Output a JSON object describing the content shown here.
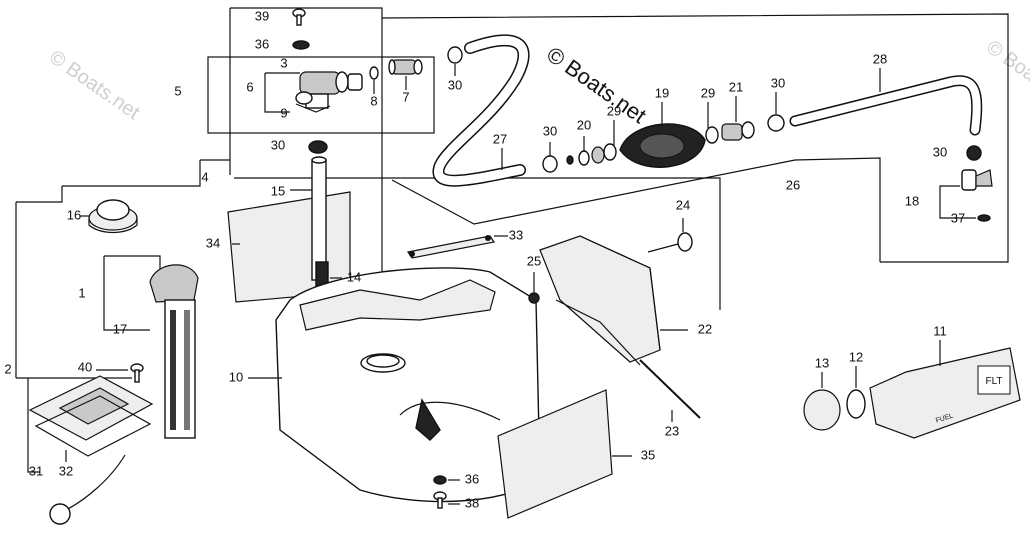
{
  "watermark": {
    "main": "© Boats.net",
    "faint_left": "© Boats.net",
    "faint_right": "© Boats"
  },
  "callouts": [
    {
      "id": "c1",
      "text": "1"
    },
    {
      "id": "c2",
      "text": "2"
    },
    {
      "id": "c3",
      "text": "3"
    },
    {
      "id": "c4",
      "text": "4"
    },
    {
      "id": "c5",
      "text": "5"
    },
    {
      "id": "c6",
      "text": "6"
    },
    {
      "id": "c7",
      "text": "7"
    },
    {
      "id": "c8",
      "text": "8"
    },
    {
      "id": "c9",
      "text": "9"
    },
    {
      "id": "c10",
      "text": "10"
    },
    {
      "id": "c11",
      "text": "11"
    },
    {
      "id": "c12",
      "text": "12"
    },
    {
      "id": "c13",
      "text": "13"
    },
    {
      "id": "c14",
      "text": "14"
    },
    {
      "id": "c15",
      "text": "15"
    },
    {
      "id": "c16",
      "text": "16"
    },
    {
      "id": "c17",
      "text": "17"
    },
    {
      "id": "c18",
      "text": "18"
    },
    {
      "id": "c19",
      "text": "19"
    },
    {
      "id": "c20",
      "text": "20"
    },
    {
      "id": "c21",
      "text": "21"
    },
    {
      "id": "c22",
      "text": "22"
    },
    {
      "id": "c23",
      "text": "23"
    },
    {
      "id": "c24",
      "text": "24"
    },
    {
      "id": "c25",
      "text": "25"
    },
    {
      "id": "c26",
      "text": "26"
    },
    {
      "id": "c27",
      "text": "27"
    },
    {
      "id": "c28",
      "text": "28"
    },
    {
      "id": "c29a",
      "text": "29"
    },
    {
      "id": "c29b",
      "text": "29"
    },
    {
      "id": "c30a",
      "text": "30"
    },
    {
      "id": "c30b",
      "text": "30"
    },
    {
      "id": "c30c",
      "text": "30"
    },
    {
      "id": "c30d",
      "text": "30"
    },
    {
      "id": "c30e",
      "text": "30"
    },
    {
      "id": "c31",
      "text": "31"
    },
    {
      "id": "c32",
      "text": "32"
    },
    {
      "id": "c33",
      "text": "33"
    },
    {
      "id": "c34",
      "text": "34"
    },
    {
      "id": "c35",
      "text": "35"
    },
    {
      "id": "c36a",
      "text": "36"
    },
    {
      "id": "c36b",
      "text": "36"
    },
    {
      "id": "c37",
      "text": "37"
    },
    {
      "id": "c38",
      "text": "38"
    },
    {
      "id": "c39",
      "text": "39"
    },
    {
      "id": "c40",
      "text": "40"
    }
  ],
  "strainer_label": "FLT",
  "can_text": "FUEL"
}
